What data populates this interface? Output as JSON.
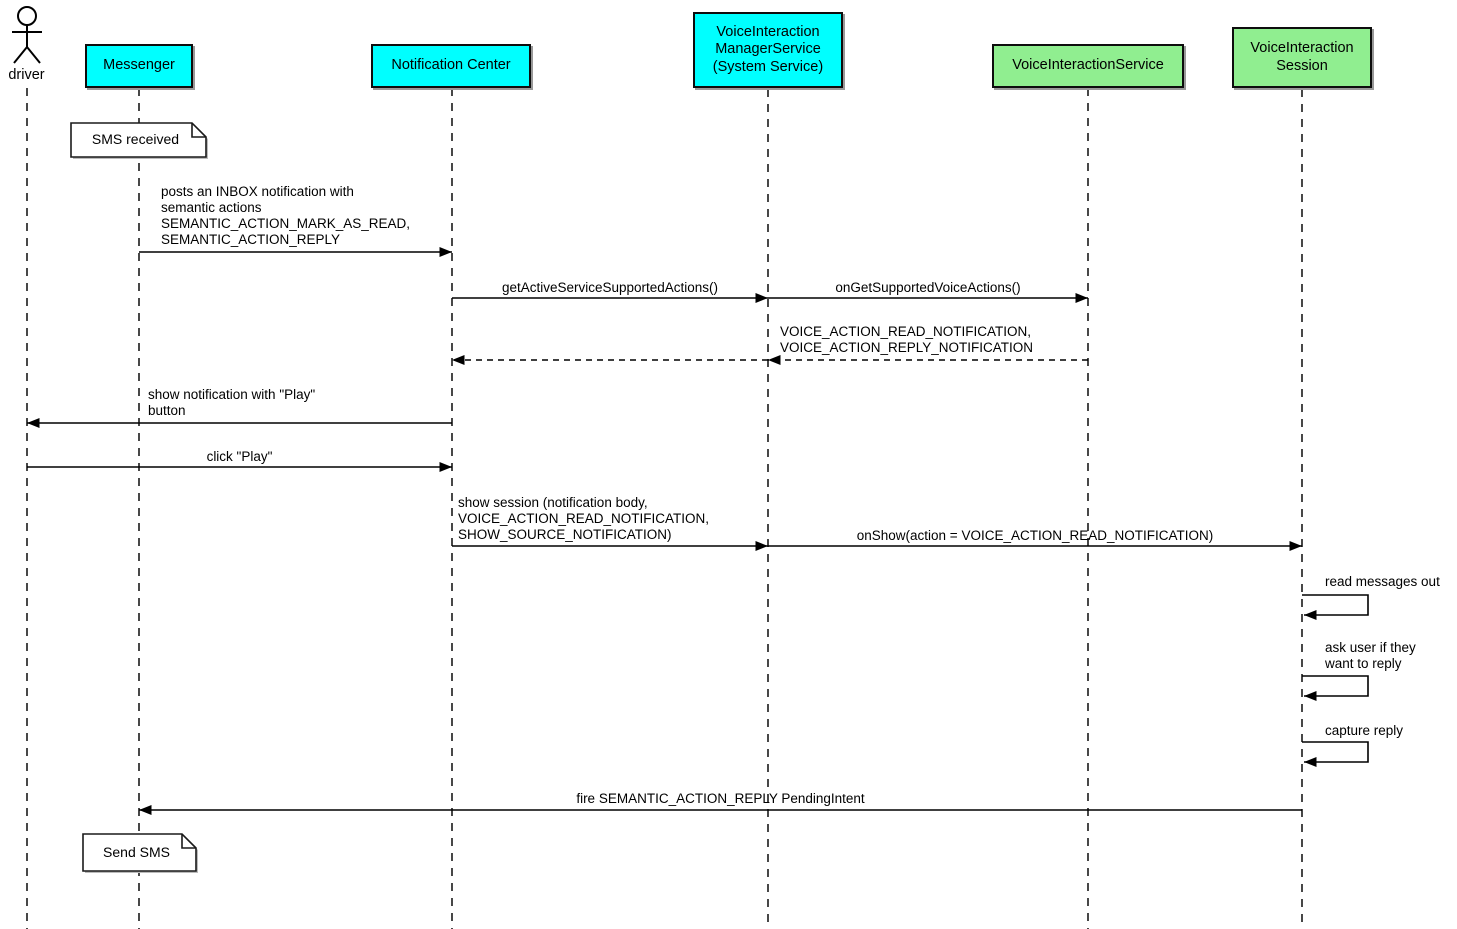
{
  "diagram_type": "uml-sequence",
  "actor": {
    "label": "driver"
  },
  "participants": [
    {
      "name": "Messenger",
      "lines": [
        "Messenger"
      ],
      "fill": "#00FFFF"
    },
    {
      "name": "Notification Center",
      "lines": [
        "Notification Center"
      ],
      "fill": "#00FFFF"
    },
    {
      "name": "VoiceInteraction ManagerService (System Service)",
      "lines": [
        "VoiceInteraction",
        "ManagerService",
        "(System Service)"
      ],
      "fill": "#00FFFF"
    },
    {
      "name": "VoiceInteractionService",
      "lines": [
        "VoiceInteractionService"
      ],
      "fill": "#90EE90"
    },
    {
      "name": "VoiceInteraction Session",
      "lines": [
        "VoiceInteraction",
        "Session"
      ],
      "fill": "#90EE90"
    }
  ],
  "notes": {
    "sms_received": "SMS received",
    "send_sms": "Send SMS"
  },
  "messages": {
    "post_inbox": {
      "lines": [
        "posts an INBOX notification with",
        "semantic actions",
        "SEMANTIC_ACTION_MARK_AS_READ,",
        "SEMANTIC_ACTION_REPLY"
      ]
    },
    "get_active_service_supported_actions": {
      "label": "getActiveServiceSupportedActions()"
    },
    "on_get_supported_voice_actions": {
      "label": "onGetSupportedVoiceActions()"
    },
    "supported_actions_return": {
      "lines": [
        "VOICE_ACTION_READ_NOTIFICATION,",
        "VOICE_ACTION_REPLY_NOTIFICATION"
      ]
    },
    "show_notification": {
      "lines": [
        "show notification with \"Play\"",
        "button"
      ]
    },
    "click_play": {
      "label": "click \"Play\""
    },
    "show_session": {
      "lines": [
        "show session (notification body,",
        "VOICE_ACTION_READ_NOTIFICATION,",
        "SHOW_SOURCE_NOTIFICATION)"
      ]
    },
    "on_show": {
      "label": "onShow(action = VOICE_ACTION_READ_NOTIFICATION)"
    },
    "read_messages_out": {
      "label": "read messages out"
    },
    "ask_user_reply": {
      "lines": [
        "ask user if they",
        "want to reply"
      ]
    },
    "capture_reply": {
      "label": "capture reply"
    },
    "fire_pending_intent": {
      "label": "fire SEMANTIC_ACTION_REPLY PendingIntent"
    }
  },
  "colors": {
    "participant_cyan": "#00FFFF",
    "participant_green": "#90EE90",
    "line": "#000000",
    "background": "#FFFFFF"
  }
}
